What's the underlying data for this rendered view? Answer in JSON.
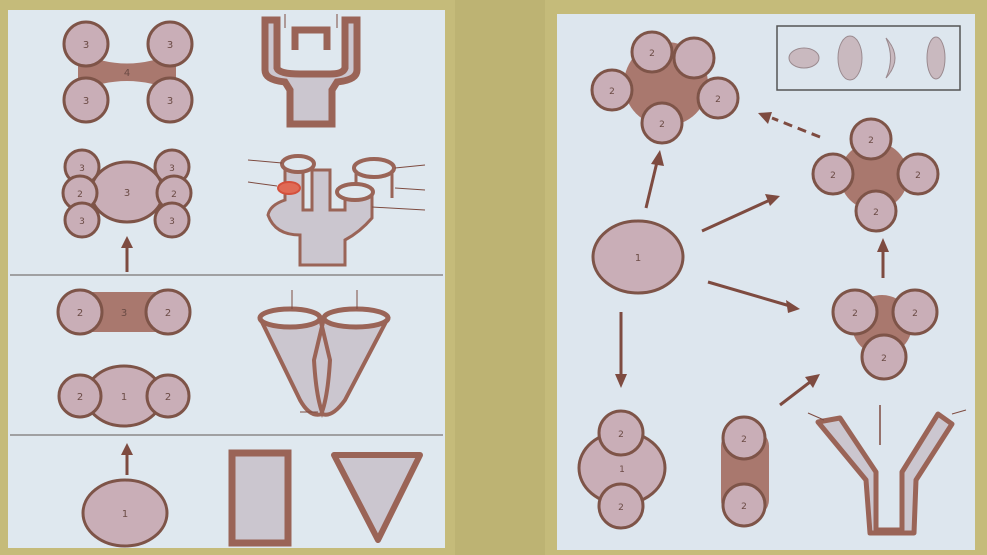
{
  "colors": {
    "wall": "#c5bb7a",
    "panel": "#dfe8ef",
    "panel_right": "#dde6ee",
    "cell_fill": "#c9aeb7",
    "cell_stroke": "#7e5448",
    "matrix": "#a9786e",
    "tube_wall": "#9a6457",
    "tube_fill": "#cbc6cf",
    "arrow": "#7e4b40",
    "highlight": "#d4503c",
    "label": "#6b4b45"
  },
  "left_panel": {
    "labels": {
      "n_top_left": "3",
      "n_top_right": "3",
      "n_bot_left": "3",
      "n_bot_right": "3",
      "n_center": "4",
      "r2_center": "3",
      "r2_tl": "3",
      "r2_tr": "3",
      "r2_ml": "2",
      "r2_mr": "2",
      "r2_bl": "3",
      "r2_br": "3",
      "r3_left": "2",
      "r3_right": "2",
      "r3_center": "3",
      "r4_center": "1",
      "r4_left": "2",
      "r4_right": "2",
      "r5_single": "1"
    }
  },
  "right_panel": {
    "labels": {
      "big_center": "1",
      "ring_top": "2",
      "ring_left": "2",
      "ring_right": "2",
      "ring_bottom": "2",
      "cross_top": "2",
      "cross_left": "2",
      "cross_right": "2",
      "cross_bottom": "2",
      "tri_left": "2",
      "tri_right": "2",
      "tri_bottom": "2",
      "bl_top": "2",
      "bl_center": "1",
      "bl_bottom": "2",
      "bm_top": "2",
      "bm_bottom": "2"
    }
  }
}
